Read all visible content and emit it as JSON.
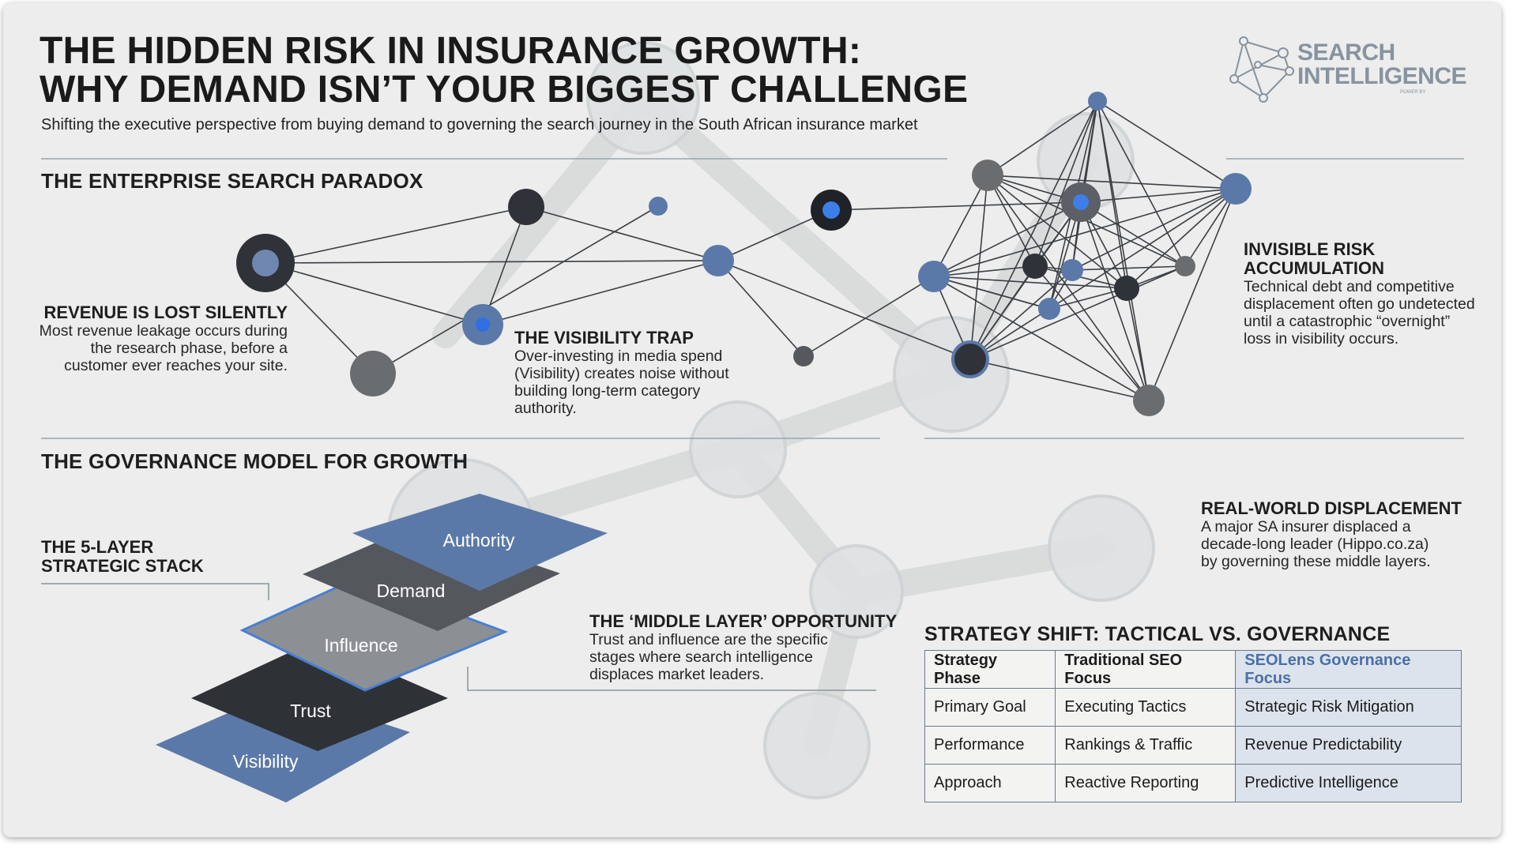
{
  "header": {
    "title_line1": "THE HIDDEN RISK IN INSURANCE GROWTH:",
    "title_line2": "WHY DEMAND ISN’T YOUR BIGGEST CHALLENGE",
    "subtitle": "Shifting the executive perspective from buying demand to governing the search journey in the South African insurance market"
  },
  "logo": {
    "line1": "SEARCH",
    "line2": "INTELLIGENCE",
    "powered": "POWER BY"
  },
  "paradox": {
    "heading": "THE ENTERPRISE SEARCH PARADOX",
    "revenue": {
      "title": "REVENUE IS LOST SILENTLY",
      "lines": [
        "Most revenue leakage occurs during",
        "the research phase, before a",
        "customer ever reaches your site."
      ]
    },
    "trap": {
      "title": "THE VISIBILITY TRAP",
      "lines": [
        "Over-investing in media spend",
        "(Visibility) creates noise without",
        "building long-term category",
        "authority."
      ]
    },
    "invisible": {
      "title_lines": [
        "INVISIBLE RISK",
        "ACCUMULATION"
      ],
      "lines": [
        "Technical debt and competitive",
        "displacement often go undetected",
        "until a catastrophic “overnight”",
        "loss in visibility occurs."
      ]
    }
  },
  "governance": {
    "heading": "THE GOVERNANCE MODEL FOR GROWTH",
    "stack_title_lines": [
      "THE 5-LAYER",
      "STRATEGIC STACK"
    ],
    "layers": [
      "Authority",
      "Demand",
      "Influence",
      "Trust",
      "Visibility"
    ],
    "middle": {
      "title": "THE ‘MIDDLE LAYER’ OPPORTUNITY",
      "lines": [
        "Trust and influence are the specific",
        "stages where search intelligence",
        "displaces market leaders."
      ]
    },
    "displacement": {
      "title": "REAL-WORLD DISPLACEMENT",
      "lines": [
        "A major SA insurer displaced a",
        "decade-long leader (Hippo.co.za)",
        "by governing these middle layers."
      ]
    }
  },
  "strategy": {
    "heading": "STRATEGY SHIFT: TACTICAL VS. GOVERNANCE",
    "columns": [
      "Strategy Phase",
      "Traditional SEO Focus",
      "SEOLens Governance Focus"
    ],
    "rows": [
      [
        "Primary Goal",
        "Executing Tactics",
        "Strategic Risk Mitigation"
      ],
      [
        "Performance",
        "Rankings & Traffic",
        "Revenue Predictability"
      ],
      [
        "Approach",
        "Reactive Reporting",
        "Predictive Intelligence"
      ]
    ]
  },
  "colors": {
    "background": "#ecedec",
    "accent_blue": "#4a6fa8",
    "slate_blue": "#5b79a8",
    "node_dark": "#2f3238",
    "node_gray": "#6a6d70",
    "highlight_cell": "#dde3ec"
  }
}
